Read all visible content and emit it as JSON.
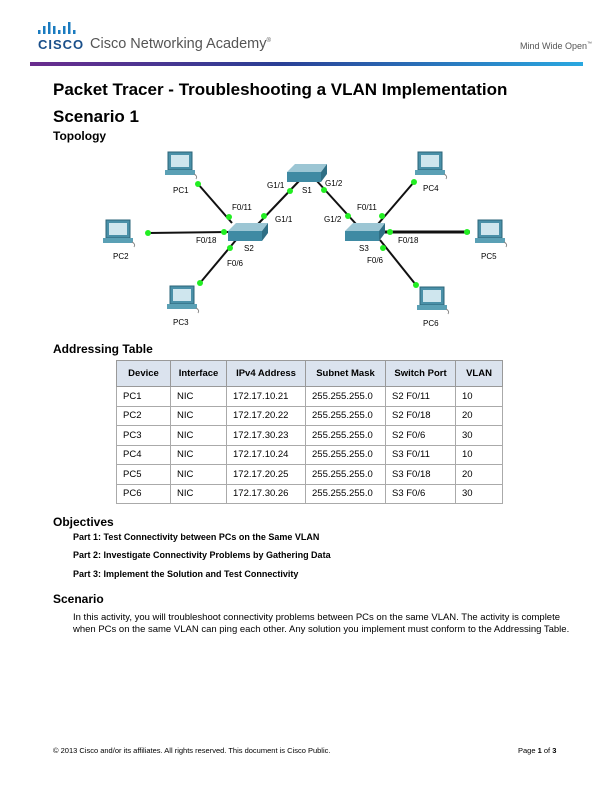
{
  "header": {
    "logo_text": "CISCO",
    "academy": "Cisco Networking Academy",
    "academy_mark": "®",
    "tagline": "Mind Wide Open",
    "tagline_mark": "™"
  },
  "title": "Packet Tracer - Troubleshooting a VLAN Implementation Scenario 1",
  "topology": {
    "heading": "Topology",
    "devices": {
      "pc1": "PC1",
      "pc2": "PC2",
      "pc3": "PC3",
      "pc4": "PC4",
      "pc5": "PC5",
      "pc6": "PC6",
      "s1": "S1",
      "s2": "S2",
      "s3": "S3"
    },
    "ports": {
      "s2_f011": "F0/11",
      "s2_g11": "G1/1",
      "s2_f018": "F0/18",
      "s2_f06": "F0/6",
      "s1_g11": "G1/1",
      "s1_g12": "G1/2",
      "s3_g12": "G1/2",
      "s3_f011": "F0/11",
      "s3_f018": "F0/18",
      "s3_f06": "F0/6"
    },
    "link_color": "#00e000"
  },
  "addressing": {
    "heading": "Addressing Table",
    "columns": [
      "Device",
      "Interface",
      "IPv4 Address",
      "Subnet Mask",
      "Switch Port",
      "VLAN"
    ],
    "rows": [
      [
        "PC1",
        "NIC",
        "172.17.10.21",
        "255.255.255.0",
        "S2 F0/11",
        "10"
      ],
      [
        "PC2",
        "NIC",
        "172.17.20.22",
        "255.255.255.0",
        "S2 F0/18",
        "20"
      ],
      [
        "PC3",
        "NIC",
        "172.17.30.23",
        "255.255.255.0",
        "S2 F0/6",
        "30"
      ],
      [
        "PC4",
        "NIC",
        "172.17.10.24",
        "255.255.255.0",
        "S3 F0/11",
        "10"
      ],
      [
        "PC5",
        "NIC",
        "172.17.20.25",
        "255.255.255.0",
        "S3 F0/18",
        "20"
      ],
      [
        "PC6",
        "NIC",
        "172.17.30.26",
        "255.255.255.0",
        "S3 F0/6",
        "30"
      ]
    ]
  },
  "objectives": {
    "heading": "Objectives",
    "parts": [
      "Part 1: Test Connectivity between PCs on the Same VLAN",
      "Part 2: Investigate Connectivity Problems by Gathering Data",
      "Part 3: Implement the Solution and Test Connectivity"
    ]
  },
  "scenario": {
    "heading": "Scenario",
    "text": "In this activity, you will troubleshoot connectivity problems between PCs on the same VLAN. The activity is complete when PCs on the same VLAN can ping each other. Any solution you implement must conform to the Addressing Table."
  },
  "footer": {
    "copyright": "© 2013 Cisco and/or its affiliates. All rights reserved. This document is Cisco Public.",
    "page_prefix": "Page ",
    "page": "1",
    "page_of": " of ",
    "total": "3"
  }
}
